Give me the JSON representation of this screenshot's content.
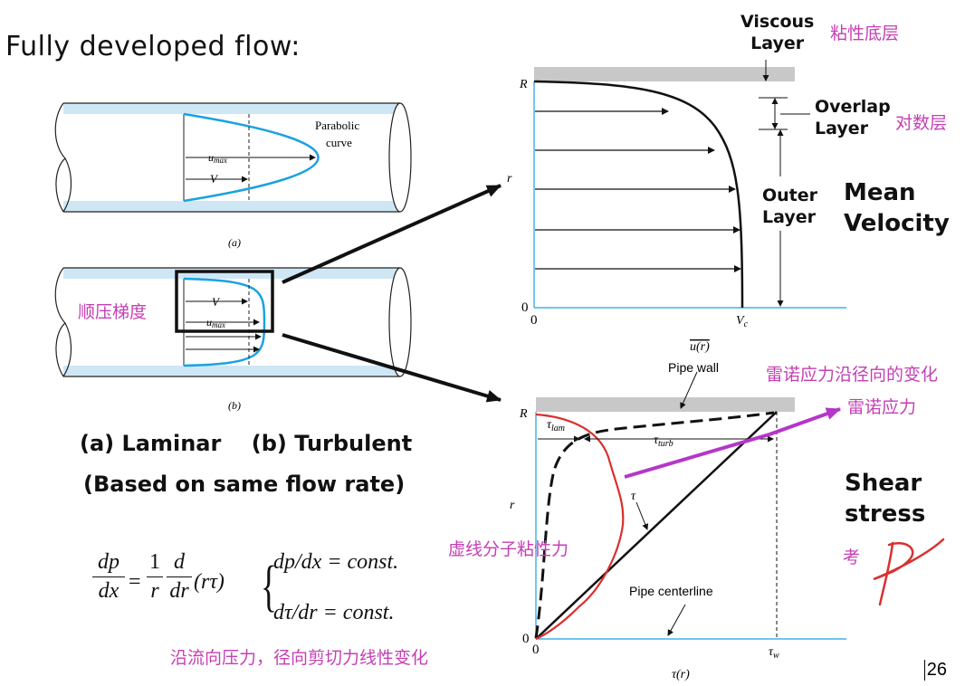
{
  "slide": {
    "title": "Fully developed flow:",
    "page_number": "26"
  },
  "pipes": {
    "a": {
      "parabolic_label_1": "Parabolic",
      "parabolic_label_2": "curve",
      "umax": "u",
      "umax_sub": "max",
      "v": "V",
      "caption": "(a)"
    },
    "b": {
      "v": "V",
      "umax": "u",
      "umax_sub": "max",
      "caption": "(b)",
      "note_cn": "顺压梯度"
    },
    "caption_main": "(a) Laminar    (b) Turbulent",
    "caption_sub": "(Based on same flow rate)"
  },
  "equation": {
    "lhs_num": "dp",
    "lhs_den": "dx",
    "one": "1",
    "r": "r",
    "d_num": "d",
    "d_den": "dr",
    "paren": "(rτ)",
    "line1": "dp/dx = const.",
    "line2": "dτ/dr = const.",
    "note_cn": "沿流向压力，径向剪切力线性变化"
  },
  "velocity_plot": {
    "y_top": "R",
    "y_axis": "r",
    "y_zero": "0",
    "x_zero": "0",
    "x_end": "V",
    "x_end_sub": "c",
    "x_axis": "u(r)",
    "viscous_1": "Viscous",
    "viscous_2": "Layer",
    "viscous_cn": "粘性底层",
    "overlap_1": "Overlap",
    "overlap_2": "Layer",
    "overlap_cn": "对数层",
    "outer_1": "Outer",
    "outer_2": "Layer",
    "mean_1": "Mean",
    "mean_2": "Velocity"
  },
  "shear_plot": {
    "pipe_wall": "Pipe wall",
    "y_top": "R",
    "y_axis": "r",
    "y_zero": "0",
    "x_zero": "0",
    "tau_lam": "τ",
    "tau_lam_sub": "lam",
    "tau_turb": "τ",
    "tau_turb_sub": "turb",
    "tau": "τ",
    "pipe_centerline": "Pipe centerline",
    "x_axis": "τ(r)",
    "x_end": "τ",
    "x_end_sub": "w",
    "reynolds_variation_cn": "雷诺应力沿径向的变化",
    "reynolds_cn": "雷诺应力",
    "dashed_cn": "虚线分子粘性力",
    "shear_1": "Shear",
    "shear_2": "stress",
    "exam_cn": "考"
  },
  "colors": {
    "pipe_blue": "#cfe7f5",
    "profile_blue": "#1aa2e0",
    "axis_blue": "#1aa2e0",
    "annot_pink": "#c43fb5",
    "red": "#d93030",
    "purple": "#b536c9",
    "wall_gray": "#c8c8c8"
  }
}
